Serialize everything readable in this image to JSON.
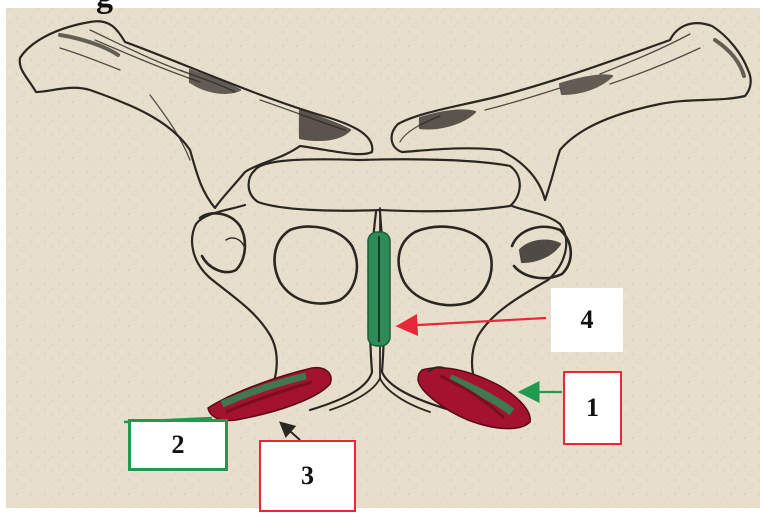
{
  "figure": {
    "top_fragment": "g",
    "colors": {
      "paper": "#e7dfcb",
      "ink": "#2b2624",
      "muscle_red": "#a3122f",
      "muscle_green": "#2e8b57",
      "arrow_red": "#e8283a",
      "arrow_green": "#1f9a4e"
    },
    "labels": [
      {
        "id": "1",
        "text": "1",
        "border": "red"
      },
      {
        "id": "2",
        "text": "2",
        "border": "green"
      },
      {
        "id": "3",
        "text": "3",
        "border": "red"
      },
      {
        "id": "4",
        "text": "4",
        "border": "none"
      }
    ]
  }
}
